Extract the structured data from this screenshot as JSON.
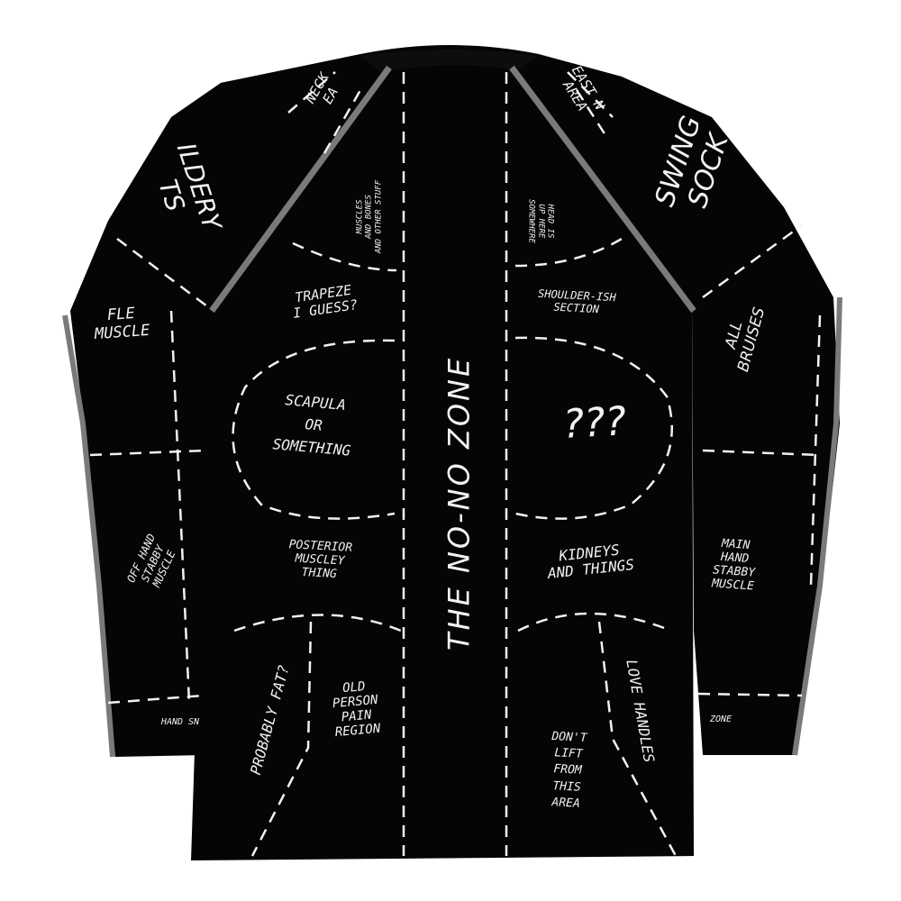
{
  "colors": {
    "background": "#ffffff",
    "garment": "#050505",
    "seam_trim": "#7a7a7a",
    "dash_lines": "#f2f2f2",
    "text": "#f2f2f2"
  },
  "labels": {
    "center": "THE NO-NO ZONE",
    "neck_left": "NECK\nEA",
    "neck_right": "EAST N\nAREA",
    "sleeve_left_top": "ILDERY\nTS",
    "sleeve_right_top": "SWING\nSOCK",
    "muscles_bones": "MUSCLES\nAND BONES\nAND OTHER STUFF",
    "head_up_here": "HEAD IS\nUP HERE\nSOMEWHERE",
    "trapeze": "TRAPEZE\nI GUESS?",
    "shoulder_ish": "SHOULDER-ISH\nSECTION",
    "flex_muscle": "FLE\nMUSCLE",
    "all_bruises": "ALL\nBRUISES",
    "scapula": "SCAPULA\nOR\nSOMETHING",
    "question_marks": "???",
    "off_hand": "OFF HAND\nSTABBY\nMUSCLE",
    "main_hand": "MAIN\nHAND\nSTABBY\nMUSCLE",
    "posterior": "POSTERIOR\nMUSCLEY\nTHING",
    "kidneys": "KIDNEYS\nAND THINGS",
    "probably_fat": "PROBABLY FAT?",
    "old_person": "OLD\nPERSON\nPAIN\nREGION",
    "love_handles": "LOVE HANDLES",
    "dont_lift": "DON'T\nLIFT\nFROM\nTHIS\nAREA",
    "hand_left": "HAND SN",
    "hand_right": "ZONE"
  }
}
